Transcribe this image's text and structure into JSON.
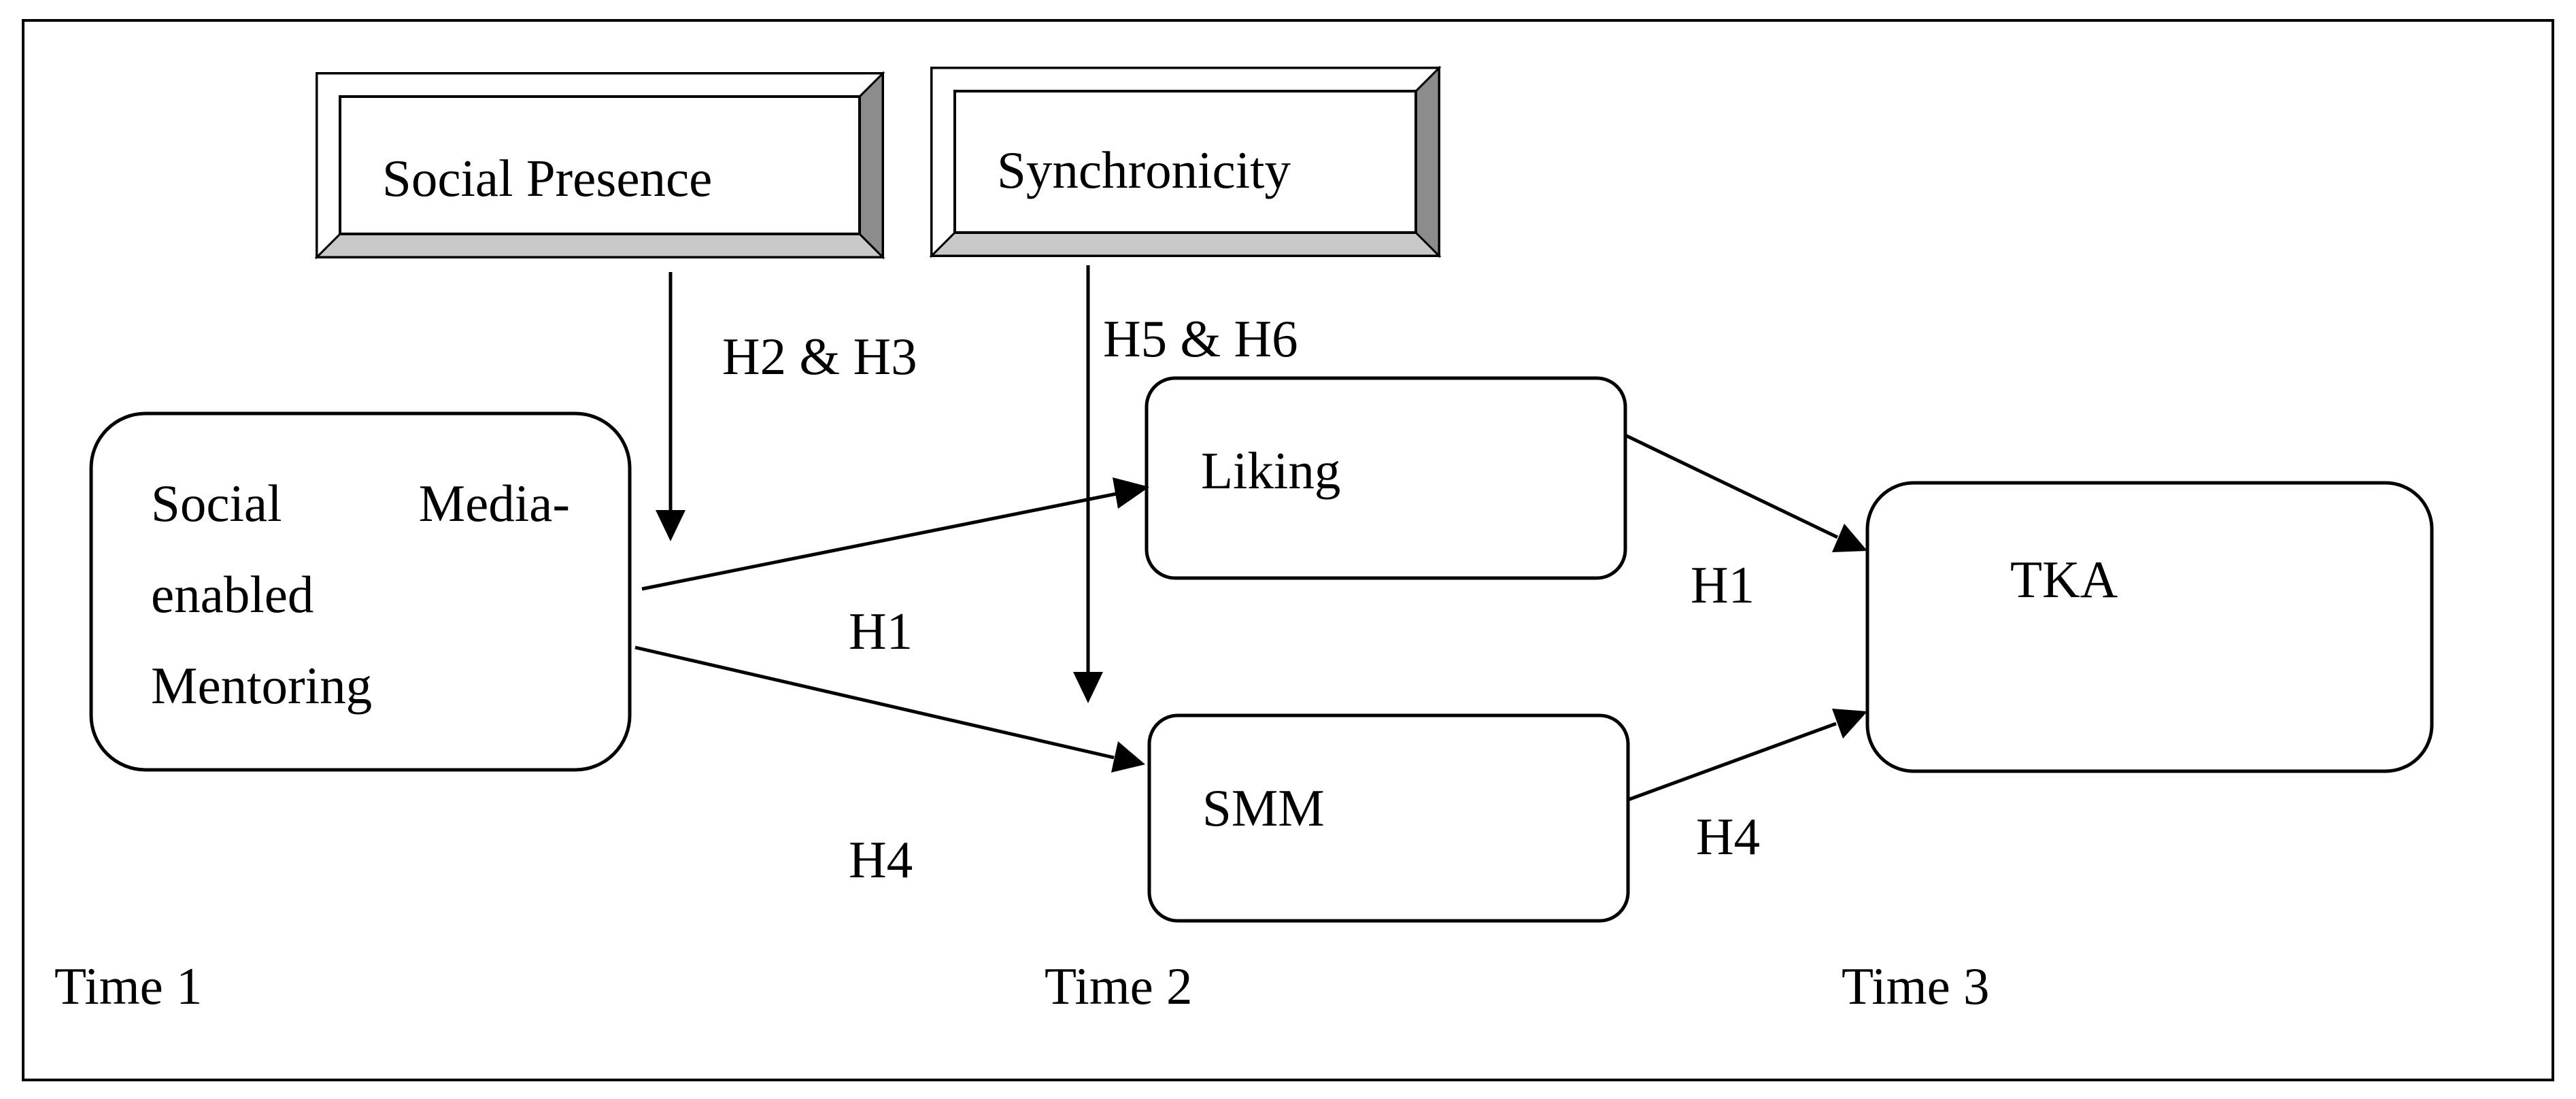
{
  "moderators": {
    "social_presence": "Social Presence",
    "synchronicity": "Synchronicity"
  },
  "constructs": {
    "smem_line1_left": "Social",
    "smem_line1_right": "Media-",
    "smem_line2": "enabled",
    "smem_line3": "Mentoring",
    "liking": "Liking",
    "smm": "SMM",
    "tka": "TKA"
  },
  "hypotheses": {
    "h2_h3": "H2 & H3",
    "h5_h6": "H5 & H6",
    "h1_left": "H1",
    "h4_left": "H4",
    "h1_right": "H1",
    "h4_right": "H4"
  },
  "time_labels": {
    "time1": "Time 1",
    "time2": "Time 2",
    "time3": "Time 3"
  },
  "colors": {
    "bevel_top_left": "#ffffff",
    "bevel_right": "#8c8c8c",
    "bevel_bottom": "#c8c8c8"
  }
}
